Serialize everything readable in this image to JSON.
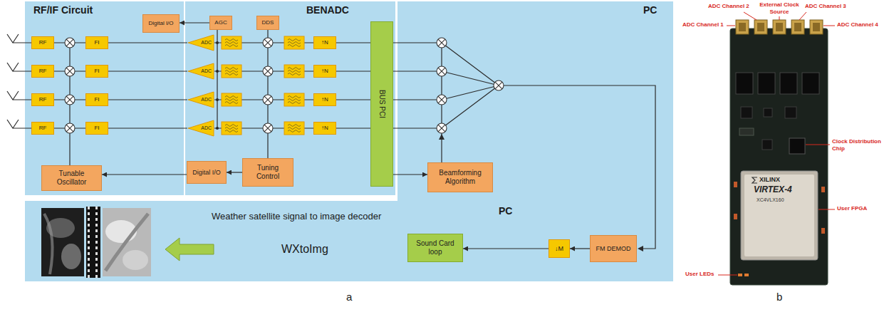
{
  "diagram": {
    "nodes": [
      {
        "text": [
          "RF/IF Circuit"
        ]
      },
      {
        "text": [
          "BENADC"
        ]
      },
      {
        "text": [
          "PC"
        ]
      },
      {
        "text": [
          "PC",
          "Weather satellite signal to image decoder",
          "WXtoImg"
        ]
      },
      {
        "text": [
          "RF"
        ],
        "in": 0
      },
      {
        "text": [
          "RF"
        ],
        "in": 0
      },
      {
        "text": [
          "RF"
        ],
        "in": 0
      },
      {
        "text": [
          "RF"
        ],
        "in": 0
      },
      {
        "text": [
          "FI"
        ],
        "in": 0
      },
      {
        "text": [
          "FI"
        ],
        "in": 0
      },
      {
        "text": [
          "FI"
        ],
        "in": 0
      },
      {
        "text": [
          "FI"
        ],
        "in": 0
      },
      {
        "text": [
          "Digital I/O"
        ],
        "in": 0
      },
      {
        "text": [
          "Tunable Oscillator"
        ],
        "in": 0
      },
      {
        "text": [
          "AGC"
        ],
        "in": 1
      },
      {
        "text": [
          "DDS"
        ],
        "in": 1
      },
      {
        "text": [
          "ADC"
        ],
        "in": 1
      },
      {
        "text": [
          "ADC"
        ],
        "in": 1
      },
      {
        "text": [
          "ADC"
        ],
        "in": 1
      },
      {
        "text": [
          "ADC"
        ],
        "in": 1
      },
      {
        "text": [
          "↑N"
        ],
        "in": 1
      },
      {
        "text": [
          "↑N"
        ],
        "in": 1
      },
      {
        "text": [
          "↑N"
        ],
        "in": 1
      },
      {
        "text": [
          "↑N"
        ],
        "in": 1
      },
      {
        "text": [
          "Digital I/O"
        ],
        "in": 1
      },
      {
        "text": [
          "Tuning Control"
        ],
        "in": 1
      },
      {
        "text": [
          "BUS PCI"
        ],
        "in": 1
      },
      {
        "text": [
          "Beamforming Algorithm"
        ],
        "in": 2
      },
      {
        "text": [
          "FM DEMOD"
        ],
        "in": 2
      },
      {
        "text": [
          "↓M"
        ],
        "in": 2
      },
      {
        "text": [
          "Sound Card loop"
        ],
        "in": 3
      }
    ],
    "edges": [
      {
        "from": 4,
        "to": 8,
        "arrow": "none"
      },
      {
        "from": 5,
        "to": 9,
        "arrow": "none"
      },
      {
        "from": 6,
        "to": 10,
        "arrow": "none"
      },
      {
        "from": 7,
        "to": 11,
        "arrow": "none"
      },
      {
        "from": 8,
        "to": 16,
        "arrow": "none"
      },
      {
        "from": 9,
        "to": 17,
        "arrow": "none"
      },
      {
        "from": 10,
        "to": 18,
        "arrow": "none"
      },
      {
        "from": 11,
        "to": 19,
        "arrow": "none"
      },
      {
        "from": 16,
        "to": 20,
        "arrow": "none"
      },
      {
        "from": 17,
        "to": 21,
        "arrow": "none"
      },
      {
        "from": 18,
        "to": 22,
        "arrow": "none"
      },
      {
        "from": 19,
        "to": 23,
        "arrow": "none"
      },
      {
        "from": 20,
        "to": 26,
        "arrow": "none"
      },
      {
        "from": 21,
        "to": 26,
        "arrow": "none"
      },
      {
        "from": 22,
        "to": 26,
        "arrow": "none"
      },
      {
        "from": 23,
        "to": 26,
        "arrow": "none"
      },
      {
        "from": 26,
        "to": 27,
        "arrow": "to"
      },
      {
        "from": 14,
        "to": 12,
        "arrow": "to"
      },
      {
        "from": 15,
        "to": 25,
        "arrow": "none"
      },
      {
        "from": 25,
        "to": 24,
        "arrow": "to"
      },
      {
        "from": 24,
        "to": 13,
        "arrow": "to"
      },
      {
        "from": 28,
        "to": 29,
        "arrow": "to"
      },
      {
        "from": 29,
        "to": 30,
        "arrow": "to"
      }
    ],
    "labels": [
      "ADC Channel 1",
      "ADC Channel 2",
      "External Clock Source",
      "ADC Channel 3",
      "ADC Channel 4",
      "Clock Distribution Chip",
      "XILINX",
      "VIRTEX-4",
      "XC4VLX160",
      "User FPGA",
      "User LEDs",
      "a",
      "b"
    ]
  }
}
